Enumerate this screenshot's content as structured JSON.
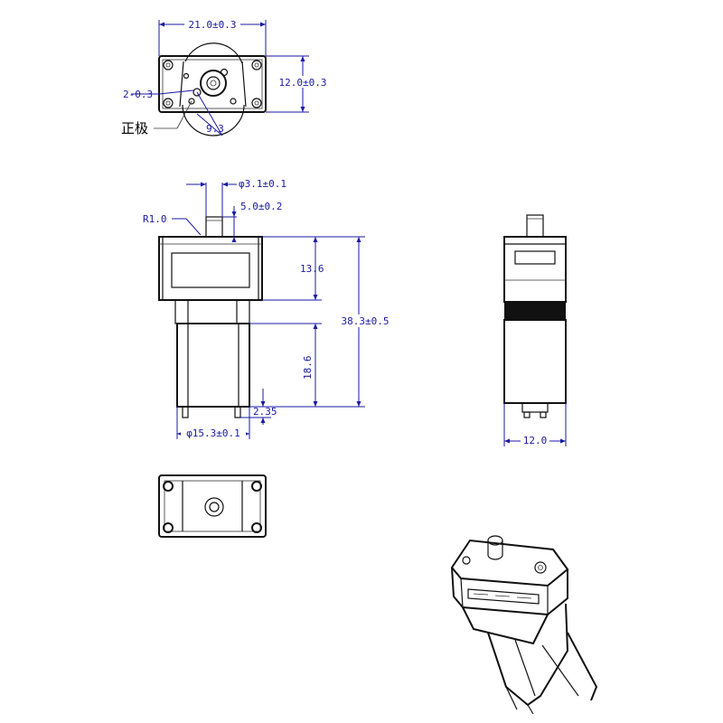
{
  "colors": {
    "outline": "#111111",
    "dimension": "#1a1aa6",
    "background": "#ffffff"
  },
  "top_view": {
    "width_dim": "21.0±0.3",
    "height_dim": "12.0±0.3",
    "hole_dim": "2-0.3",
    "offset_dim": "9.3",
    "polarity_label": "正极"
  },
  "front_view": {
    "shaft_dia": "φ3.1±0.1",
    "shaft_len": "5.0±0.2",
    "radius": "R1.0",
    "gearbox_h": "13.6",
    "total_h": "38.3±0.5",
    "motor_h": "18.6",
    "terminal_h": "2.35",
    "motor_dia": "φ15.3±0.1"
  },
  "side_view": {
    "width_dim": "12.0"
  },
  "bottom_view": {},
  "iso_view": {}
}
